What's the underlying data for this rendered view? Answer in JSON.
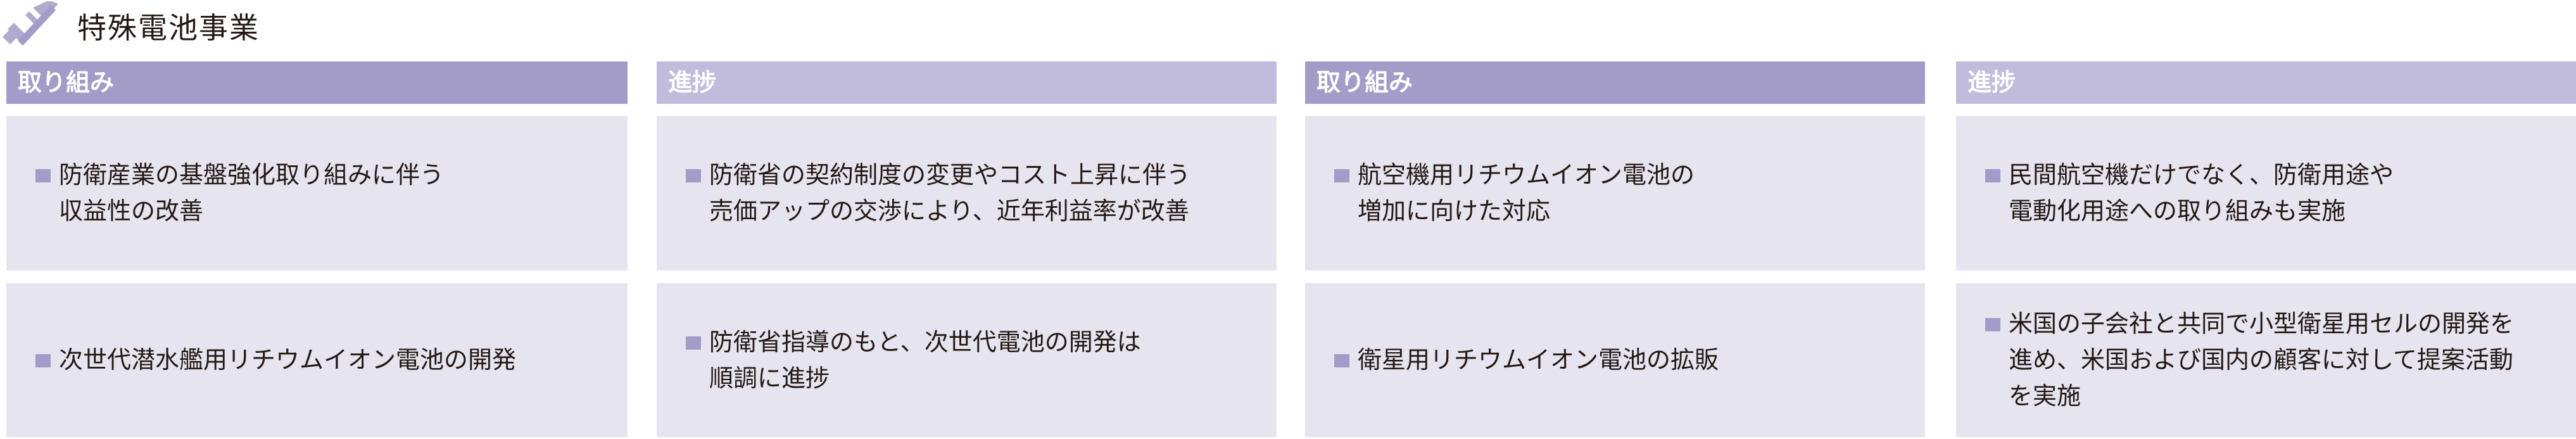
{
  "title": "特殊電池事業",
  "icon": "satellite-icon",
  "colors": {
    "header_dark": "#a39bc8",
    "header_light": "#c1bbdc",
    "cell_bg": "#e6e4ef",
    "bullet": "#a39bc8"
  },
  "columns": [
    {
      "header": "取り組み",
      "rows": [
        [
          "防衛産業の基盤強化取り組みに伴う",
          "収益性の改善"
        ],
        [
          "次世代潜水艦用リチウムイオン電池の開発"
        ]
      ]
    },
    {
      "header": "進捗",
      "rows": [
        [
          "防衛省の契約制度の変更やコスト上昇に伴う",
          "売価アップの交渉により、近年利益率が改善"
        ],
        [
          "防衛省指導のもと、次世代電池の開発は",
          "順調に進捗"
        ]
      ]
    },
    {
      "header": "取り組み",
      "rows": [
        [
          "航空機用リチウムイオン電池の",
          "増加に向けた対応"
        ],
        [
          "衛星用リチウムイオン電池の拡販"
        ]
      ]
    },
    {
      "header": "進捗",
      "rows": [
        [
          "民間航空機だけでなく、防衛用途や",
          "電動化用途への取り組みも実施"
        ],
        [
          "米国の子会社と共同で小型衛星用セルの開発を",
          "進め、米国および国内の顧客に対して提案活動",
          "を実施"
        ]
      ]
    }
  ]
}
